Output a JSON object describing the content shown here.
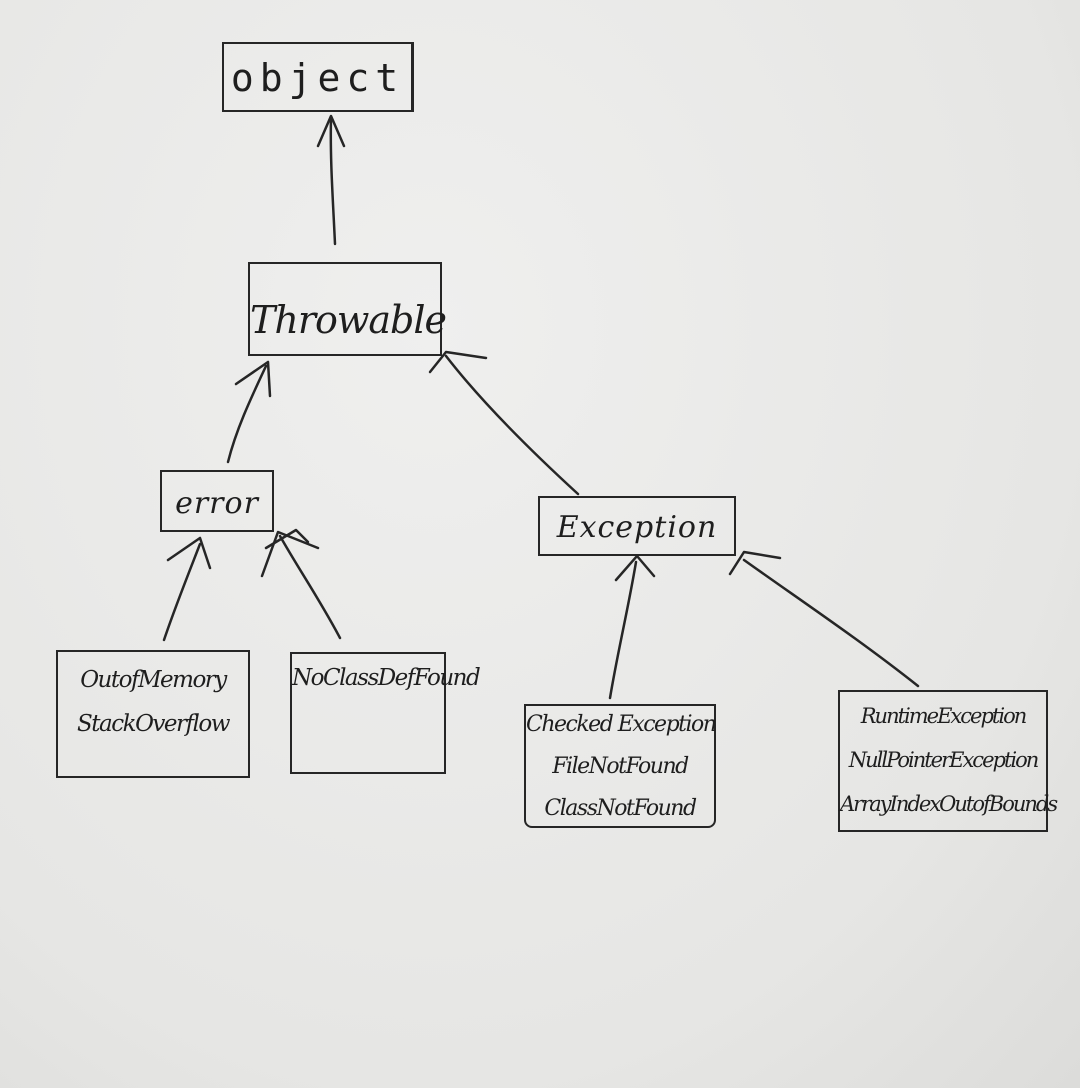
{
  "nodes": {
    "object": {
      "label": "object"
    },
    "throwable": {
      "label": "Throwable"
    },
    "error": {
      "label": "error"
    },
    "exception": {
      "label": "Exception"
    },
    "error_children_1": {
      "lines": [
        "OutofMemory",
        "StackOverflow"
      ]
    },
    "error_children_2": {
      "lines": [
        "NoClassDefFound"
      ]
    },
    "checked": {
      "lines": [
        "Checked Exception",
        "FileNotFound",
        "ClassNotFound"
      ]
    },
    "runtime": {
      "lines": [
        "RuntimeException",
        "NullPointerException",
        "ArrayIndexOutofBounds"
      ]
    }
  },
  "edges": [
    {
      "from": "throwable",
      "to": "object"
    },
    {
      "from": "error",
      "to": "throwable"
    },
    {
      "from": "exception",
      "to": "throwable"
    },
    {
      "from": "error_children_1",
      "to": "error"
    },
    {
      "from": "error_children_2",
      "to": "error"
    },
    {
      "from": "checked",
      "to": "exception"
    },
    {
      "from": "runtime",
      "to": "exception"
    }
  ],
  "colors": {
    "ink": "#262626",
    "paper": "#e9e9e7"
  }
}
